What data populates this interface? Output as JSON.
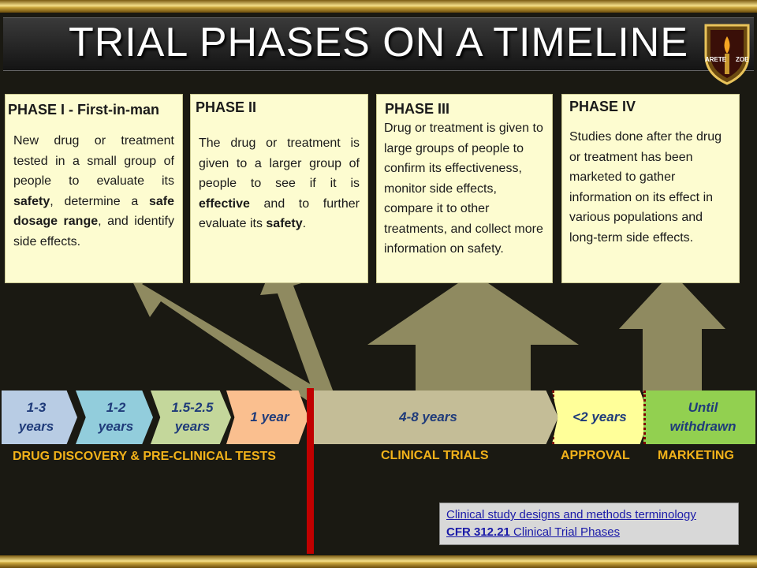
{
  "title": "TRIAL PHASES ON A TIMELINE",
  "logo": {
    "left_text": "ARETE",
    "right_text": "ZOE"
  },
  "colors": {
    "background": "#1a1912",
    "box_fill": "#fdfcd0",
    "arrow": "#8f8a60",
    "label_orange": "#f2b21a",
    "red_line": "#c00000"
  },
  "phases": [
    {
      "title": "PHASE I - First-in-man",
      "body": [
        {
          "t": "New drug or treatment tested in a small group of people to evaluate its "
        },
        {
          "t": "safety",
          "b": true
        },
        {
          "t": ", determine a "
        },
        {
          "t": "safe dosage range",
          "b": true
        },
        {
          "t": ", and identify side effects."
        }
      ]
    },
    {
      "title": "PHASE II",
      "body": [
        {
          "t": "The drug or treatment is given to a larger group of people to see if it is "
        },
        {
          "t": "effective",
          "b": true
        },
        {
          "t": " and to further evaluate its "
        },
        {
          "t": "safety",
          "b": true
        },
        {
          "t": "."
        }
      ]
    },
    {
      "title": "PHASE III",
      "body": [
        {
          "t": "Drug or treatment is given to large groups of people to confirm its effectiveness,  monitor side effects, compare it to other treatments, and collect more information on safety."
        }
      ]
    },
    {
      "title": "PHASE IV",
      "body": [
        {
          "t": "Studies done after the drug or treatment has been marketed to gather information on its effect  in various populations and long-term side effects."
        }
      ]
    }
  ],
  "timeline": [
    {
      "label": "1-3 years",
      "color": "#b8cce4"
    },
    {
      "label": "1-2 years",
      "color": "#92cddc"
    },
    {
      "label": "1.5-2.5 years",
      "color": "#c4d79b"
    },
    {
      "label": "1 year",
      "color": "#fabf8f"
    },
    {
      "label": "4-8 years",
      "color": "#c4bd97"
    },
    {
      "label": "<2 years",
      "color": "#ffff99"
    },
    {
      "label": "Until withdrawn",
      "color": "#92d050"
    }
  ],
  "categories": {
    "preclinical": "DRUG DISCOVERY & PRE-CLINICAL TESTS",
    "clinical": "CLINICAL TRIALS",
    "approval": "APPROVAL",
    "marketing": "MARKETING"
  },
  "links": {
    "link1": "Clinical study designs and methods terminology",
    "link2_bold": "CFR 312.21",
    "link2_rest": " Clinical Trial Phases"
  }
}
